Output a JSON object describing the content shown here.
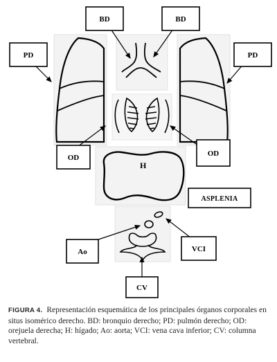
{
  "labels": {
    "bd_left": "BD",
    "bd_right": "BD",
    "pd_left": "PD",
    "pd_right": "PD",
    "od_left": "OD",
    "od_right": "OD",
    "h": "H",
    "asplenia": "ASPLENIA",
    "ao": "Ao",
    "vci": "VCI",
    "cv": "CV"
  },
  "caption": {
    "figure_label": "FIGURA 4.",
    "text": "Representación esquemática de los principales órganos corporales en situs isomérico derecho. BD: bronquio derecho; PD: pulmón derecho; OD: orejuela derecha; H: hígado; Ao: aorta; VCI: vena cava inferior; CV: columna vertebral."
  }
}
